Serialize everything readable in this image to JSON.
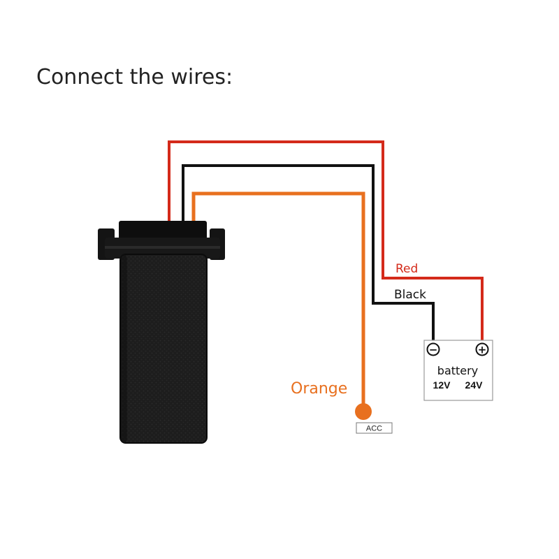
{
  "title": "Connect the wires:",
  "wires": {
    "red": {
      "label": "Red",
      "color": "#d42a1a"
    },
    "black": {
      "label": "Black",
      "color": "#111111"
    },
    "orange": {
      "label": "Orange",
      "color": "#e8701f"
    }
  },
  "battery": {
    "label": "battery",
    "negative_symbol": "−",
    "positive_symbol": "+",
    "voltage_low": "12V",
    "voltage_high": "24V"
  },
  "acc": {
    "label": "ACC"
  },
  "icons": {
    "device": "gps-tracker-device-icon",
    "battery": "battery-icon",
    "acc": "acc-terminal-icon"
  }
}
